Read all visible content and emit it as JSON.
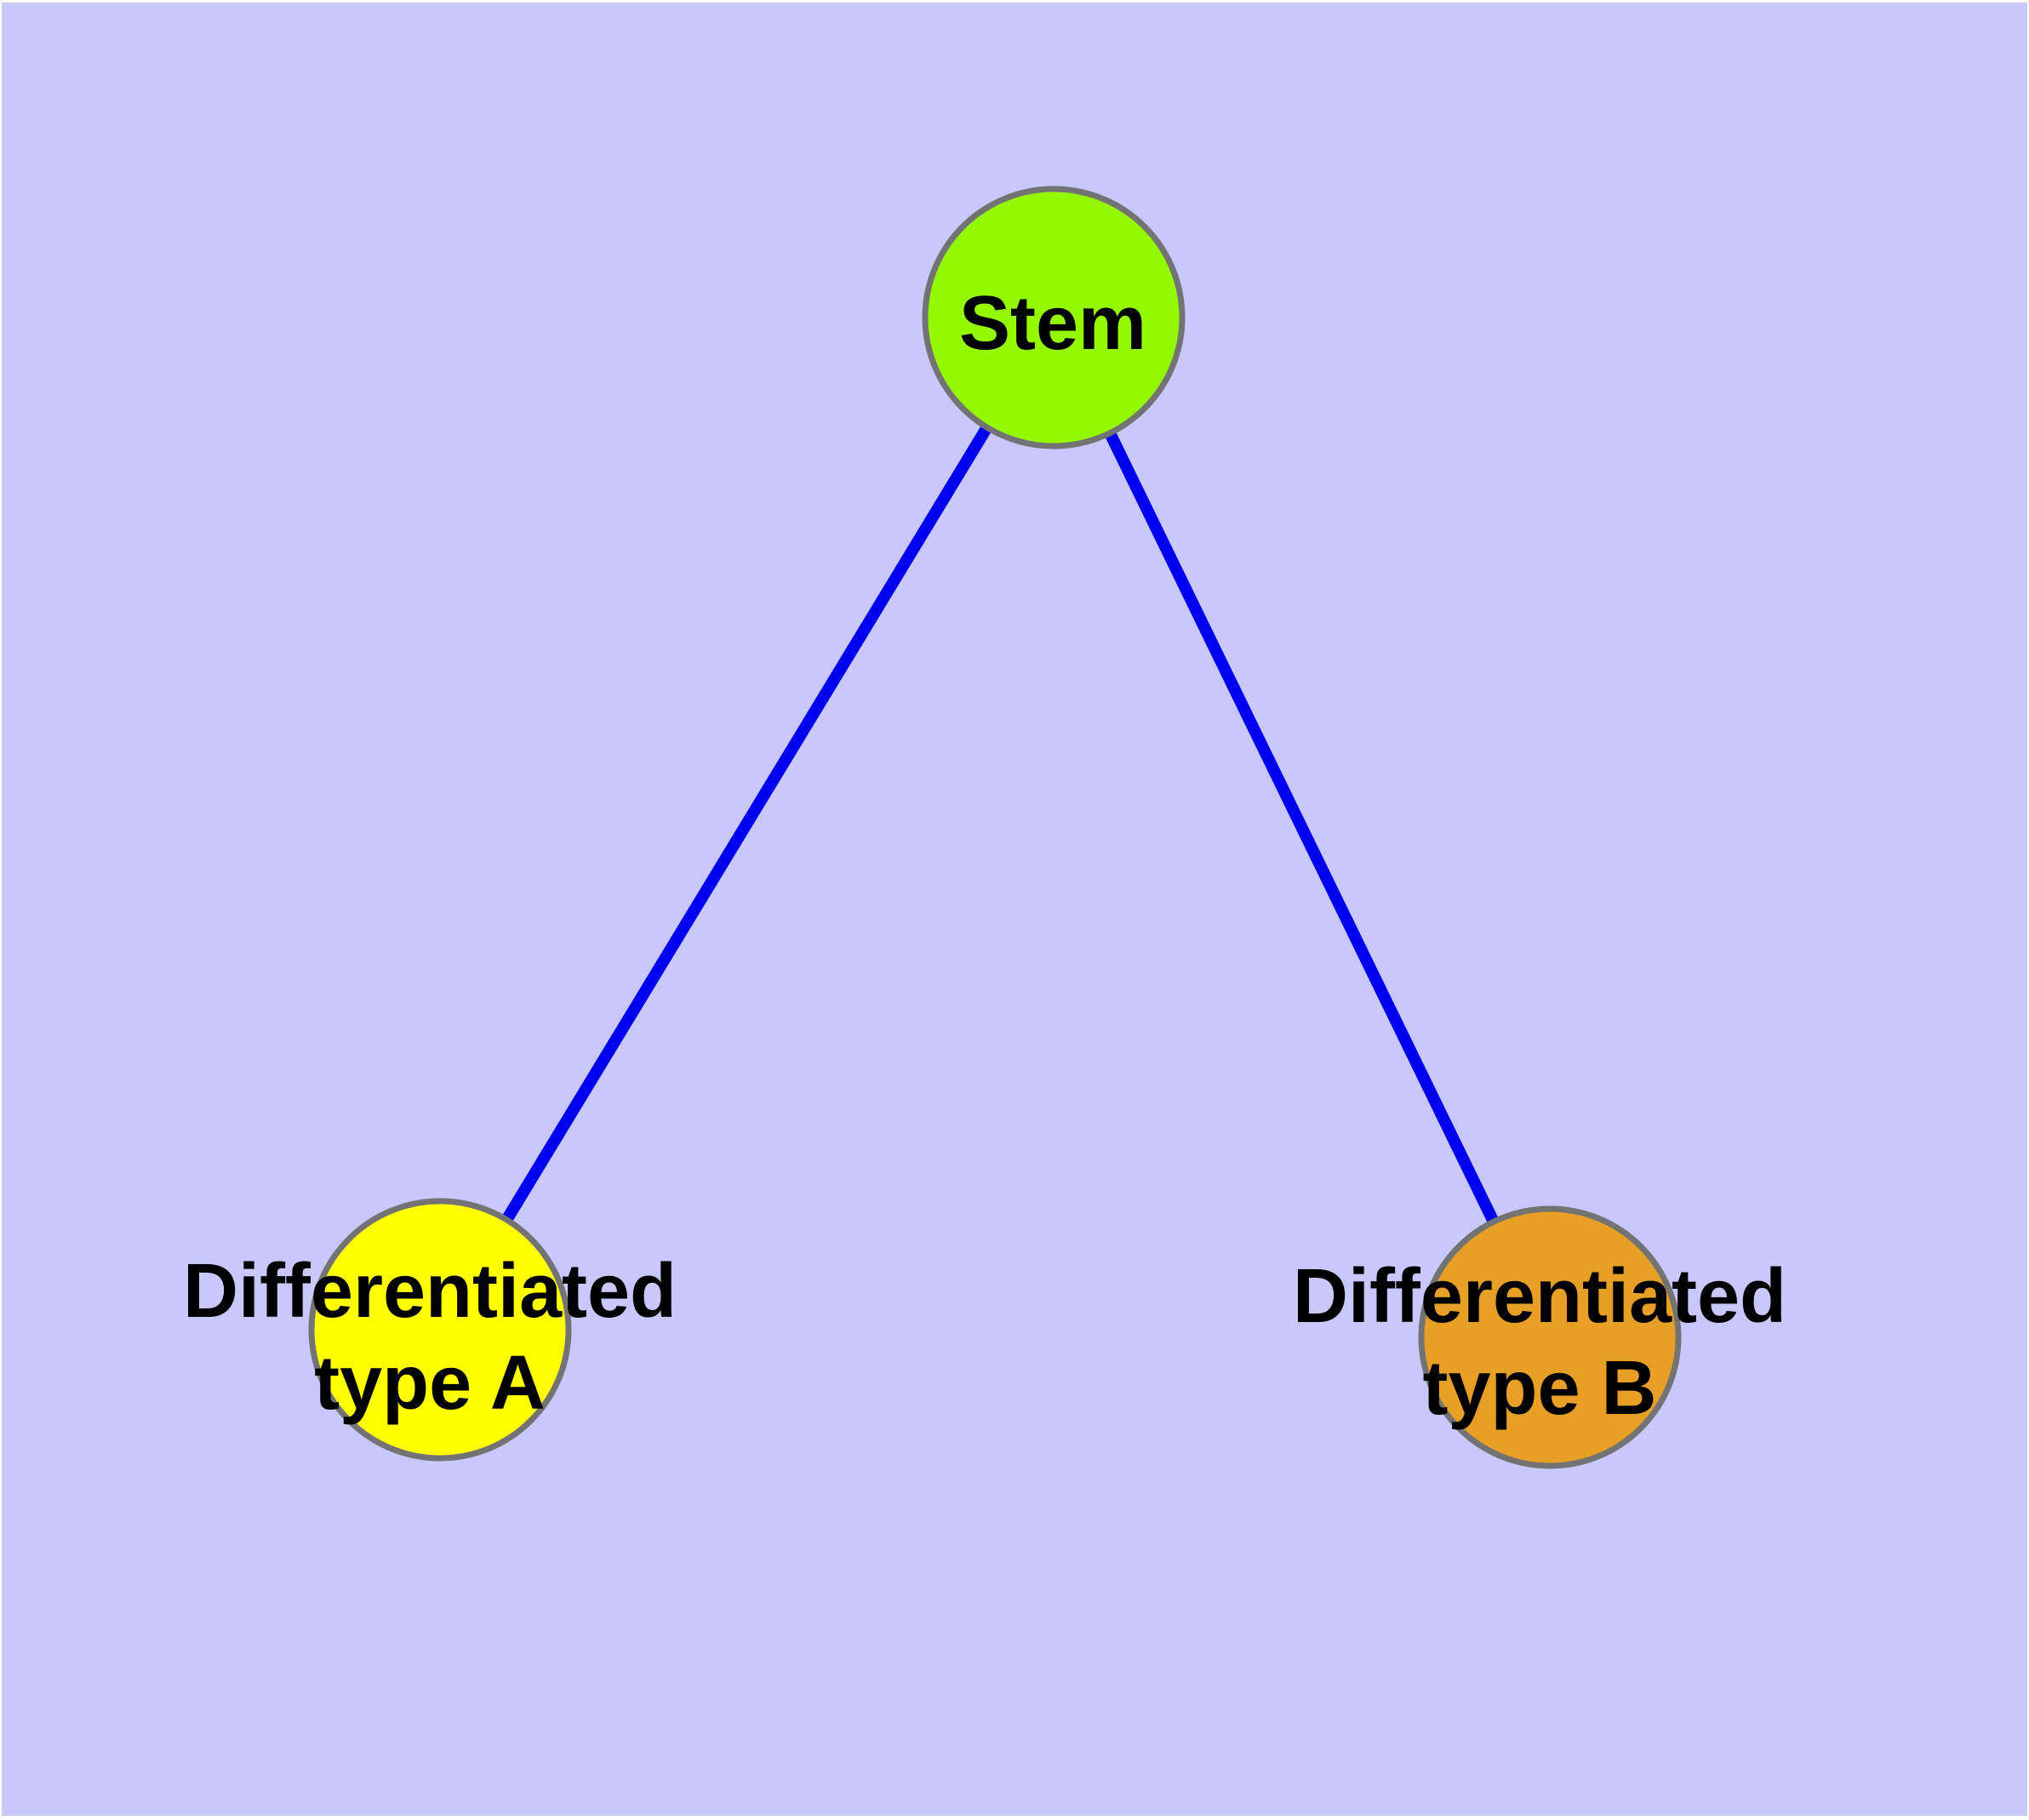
{
  "diagram": {
    "background_color": "#C8C8FA",
    "page_color": "#FFFFFF",
    "edge_color": "#0000F0",
    "node_border_color": "#737373",
    "text_color": "#000000",
    "nodes": {
      "stem": {
        "label": "Stem",
        "fill": "#94F900"
      },
      "type_a": {
        "label_line1": "Differentiated",
        "label_line2": "type A",
        "fill": "#FFFF00"
      },
      "type_b": {
        "label_line1": "Differentiated",
        "label_line2": "type B",
        "fill": "#E89F26"
      }
    },
    "edges": [
      {
        "from": "Stem",
        "to": "Differentiated type A"
      },
      {
        "from": "Stem",
        "to": "Differentiated type B"
      }
    ]
  }
}
